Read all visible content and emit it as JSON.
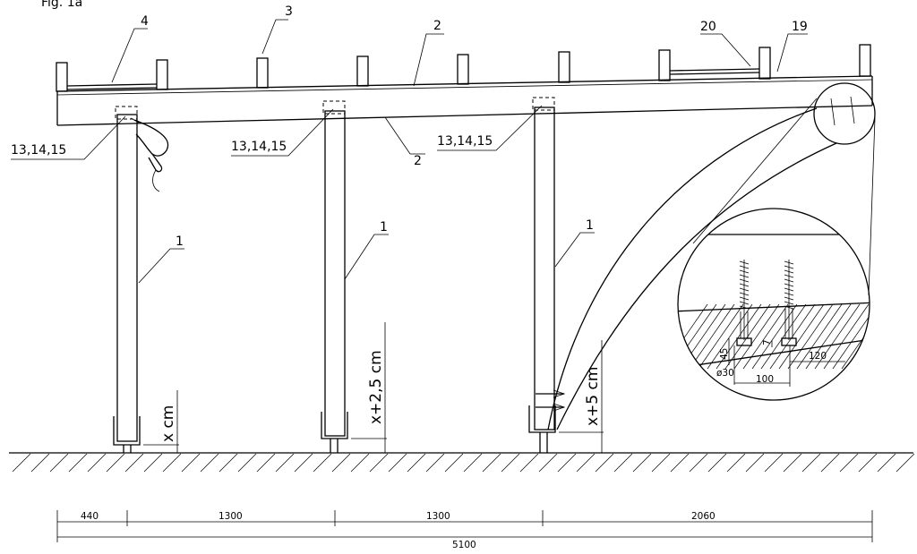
{
  "figure_label": "Fig. 1a",
  "callouts": {
    "frame_member": "4",
    "rafter_top": "3",
    "beam_upper": "2",
    "beam_lower": "2",
    "end_bracket": "20",
    "end_rafter": "19",
    "post_left": "1",
    "post_middle": "1",
    "post_right": "1",
    "fixing_left": "13,14,15",
    "fixing_middle": "13,14,15",
    "fixing_right": "13,14,15"
  },
  "height_offsets": {
    "left": "x cm",
    "middle": "x+2,5 cm",
    "right": "x+5 cm"
  },
  "detail": {
    "depth": "45",
    "diameter": "ø30",
    "spacing": "100",
    "edge_distance": "120",
    "head_height": "7"
  },
  "dimensions": {
    "seg1": "440",
    "seg2": "1300",
    "seg3": "1300",
    "seg4": "2060",
    "total": "5100"
  }
}
